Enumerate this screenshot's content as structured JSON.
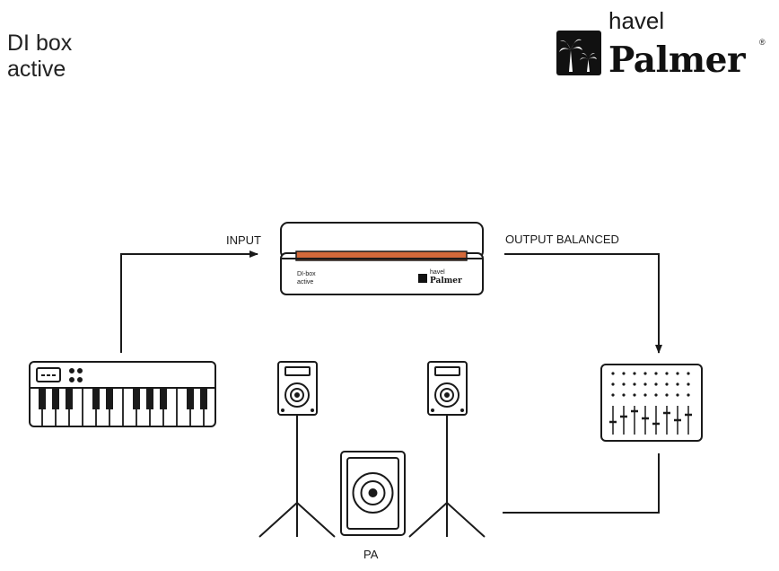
{
  "title": {
    "line1": "DI box",
    "line2": "active"
  },
  "brand": {
    "top": "havel",
    "main": "Palmer",
    "reg": "®"
  },
  "device": {
    "label_line1": "DI-box",
    "label_line2": "active",
    "brand_top": "havel",
    "brand_main": "Palmer"
  },
  "labels": {
    "input": "INPUT",
    "output": "OUTPUT BALANCED",
    "pa": "PA"
  },
  "colors": {
    "accent": "#d4693a",
    "stroke": "#1a1a1a"
  },
  "icons": [
    "palm-tree-logo-icon",
    "keyboard-icon",
    "speaker-icon",
    "mixer-icon",
    "arrow-icon"
  ]
}
